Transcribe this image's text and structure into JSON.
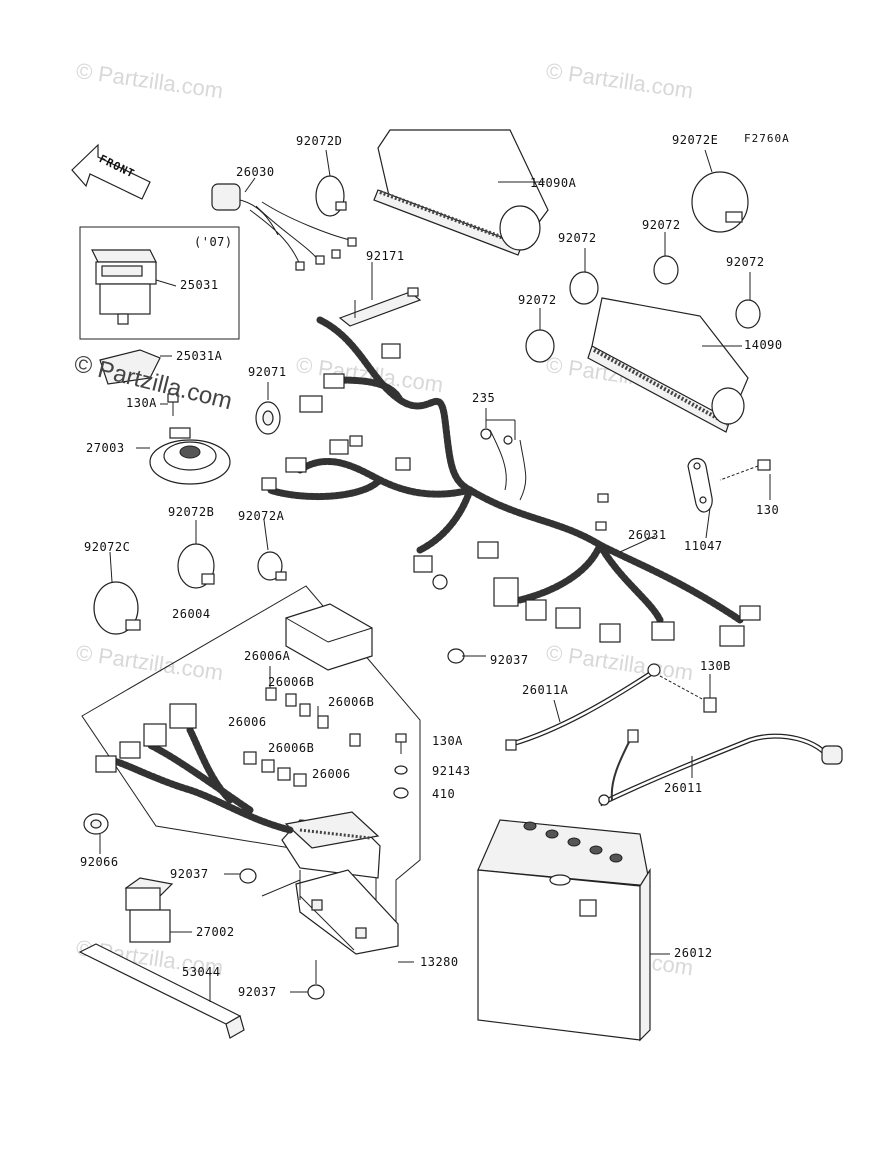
{
  "figure_code": "F2760A",
  "front_label": "FRONT",
  "watermarks": [
    "© Partzilla.com",
    "© Partzilla.com",
    "© Partzilla.com",
    "© Partzilla.com",
    "© Partzilla.com",
    "© Partzilla.com",
    "© Partzilla.com",
    "© Partzilla.com"
  ],
  "overlay_watermark": "© Partzilla.com",
  "year_note": "('07)",
  "parts": {
    "p92072D": "92072D",
    "p26030": "26030",
    "p14090A": "14090A",
    "p92072E": "92072E",
    "p92072_a": "92072",
    "p92072_b": "92072",
    "p92072_c": "92072",
    "p92072_d": "92072",
    "p25031": "25031",
    "p92171": "92171",
    "p14090": "14090",
    "p25031A": "25031A",
    "p92071": "92071",
    "p130A_top": "130A",
    "p235": "235",
    "p27003": "27003",
    "p130": "130",
    "p11047": "11047",
    "p92072B": "92072B",
    "p92072A": "92072A",
    "p26031": "26031",
    "p92072C": "92072C",
    "p26004": "26004",
    "p92037_mid": "92037",
    "p130B": "130B",
    "p26006A": "26006A",
    "p26006B_1": "26006B",
    "p26006B_2": "26006B",
    "p26011A": "26011A",
    "p26006_1": "26006",
    "p26006B_3": "26006B",
    "p130A_mid": "130A",
    "p92143": "92143",
    "p26006_2": "26006",
    "p26011": "26011",
    "p410": "410",
    "p92066": "92066",
    "p92037_low": "92037",
    "p27002": "27002",
    "p26012": "26012",
    "p53044": "53044",
    "p13280": "13280",
    "p92037_bot": "92037"
  }
}
